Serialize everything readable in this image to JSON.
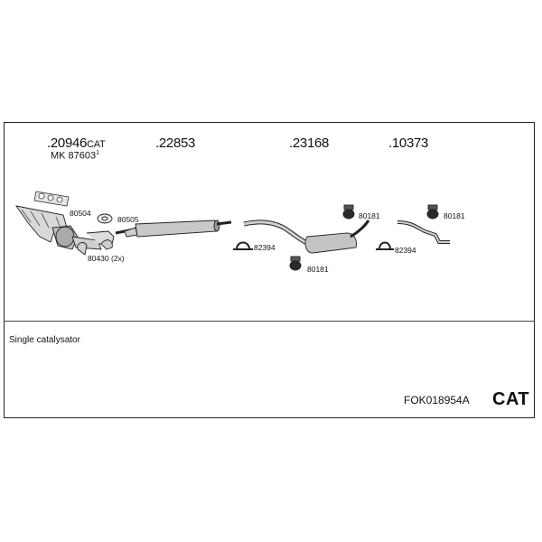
{
  "parts": {
    "p1": {
      "number": ".20946",
      "suffix": "CAT"
    },
    "p1_mk": {
      "label": "MK 87603",
      "sup": "1"
    },
    "p2": {
      "number": ".22853"
    },
    "p3": {
      "number": ".23168"
    },
    "p4": {
      "number": ".10373"
    }
  },
  "small_parts": {
    "a": "80504",
    "b": "80505",
    "c": "80430 (2x)",
    "d": "82394",
    "e": "80181",
    "f": "80181",
    "g": "82394",
    "h": "80181"
  },
  "description": "Single catalysator",
  "footer": {
    "code": "FOK018954A",
    "badge": "CAT"
  }
}
